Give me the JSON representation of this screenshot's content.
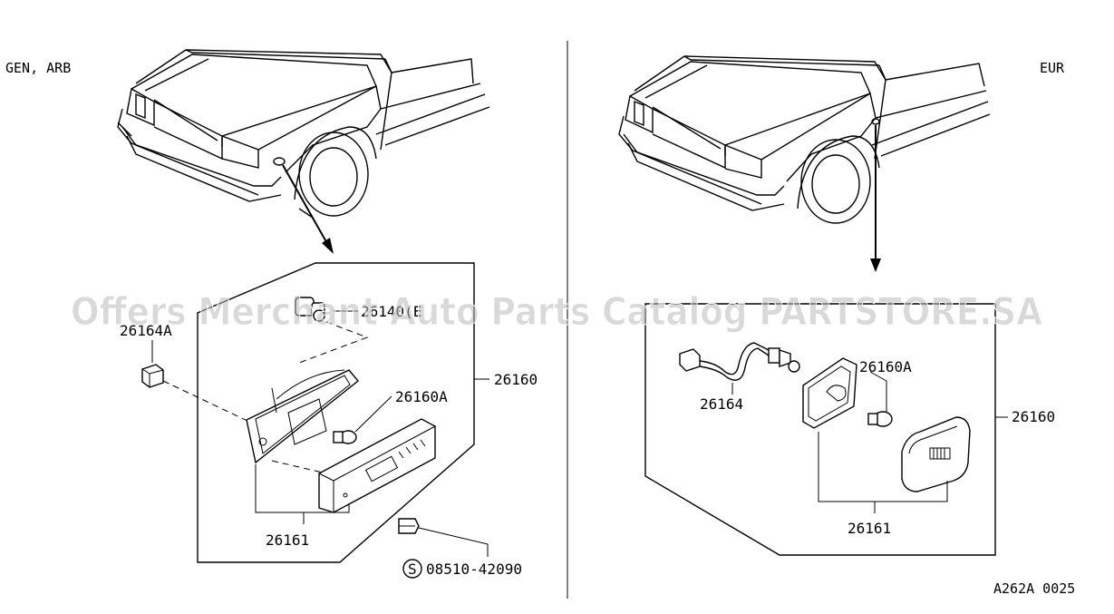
{
  "regions": {
    "left": "GEN, ARB",
    "right": "EUR"
  },
  "left_labels": {
    "bulb_socket": "26140(E",
    "clip": "26164A",
    "lamp_assy": "26160",
    "bulb": "26160A",
    "lens": "26161",
    "screw_symbol": "S",
    "screw": "08510-42090"
  },
  "right_labels": {
    "harness": "26164",
    "bulb": "26160A",
    "lamp_assy": "26160",
    "lens": "26161"
  },
  "watermark": "Offers Merchant Auto Parts Catalog PARTSTORE.SA",
  "diagram_code": "A262A 0025"
}
